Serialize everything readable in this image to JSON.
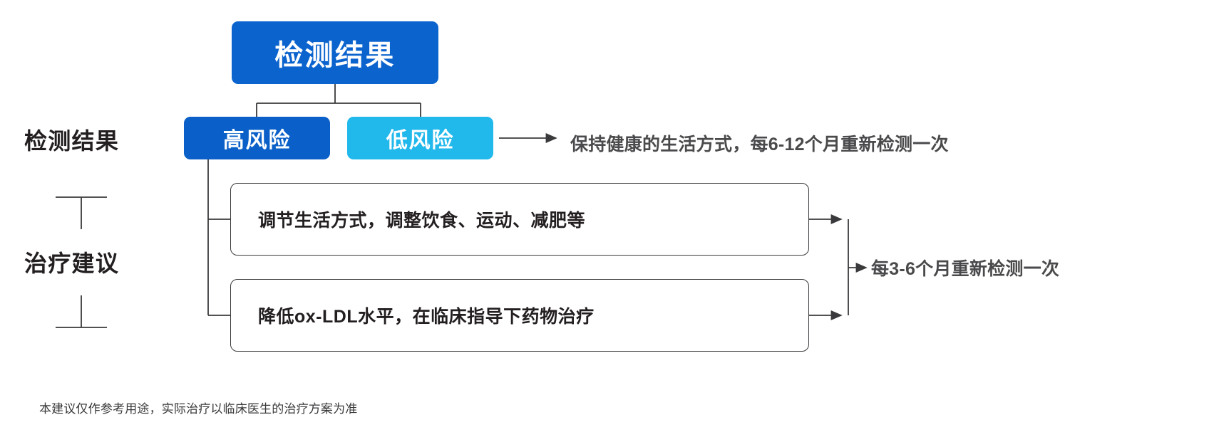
{
  "diagram": {
    "title_node": {
      "label": "检测结果"
    },
    "risk_nodes": [
      {
        "label": "高风险",
        "color": "#0A60C8"
      },
      {
        "label": "低风险",
        "color": "#21B8EC"
      }
    ],
    "side_labels": [
      {
        "label": "检测结果"
      },
      {
        "label": "治疗建议"
      }
    ],
    "recommendations": [
      {
        "label": "调节生活方式，调整饮食、运动、减肥等"
      },
      {
        "label": "降低ox-LDL水平，在临床指导下药物治疗"
      }
    ],
    "flow_texts": {
      "low_risk_followup": "保持健康的生活方式，每6-12个月重新检测一次",
      "high_risk_followup": "每3-6个月重新检测一次"
    },
    "footer_note": "本建议仅作参考用途，实际治疗以临床医生的治疗方案为准",
    "colors": {
      "primary_blue": "#0B63CE",
      "high_risk_blue": "#0A60C8",
      "low_risk_cyan": "#21B8EC",
      "line": "#3a3a3c",
      "text_dark": "#231f20",
      "background": "#ffffff"
    }
  }
}
